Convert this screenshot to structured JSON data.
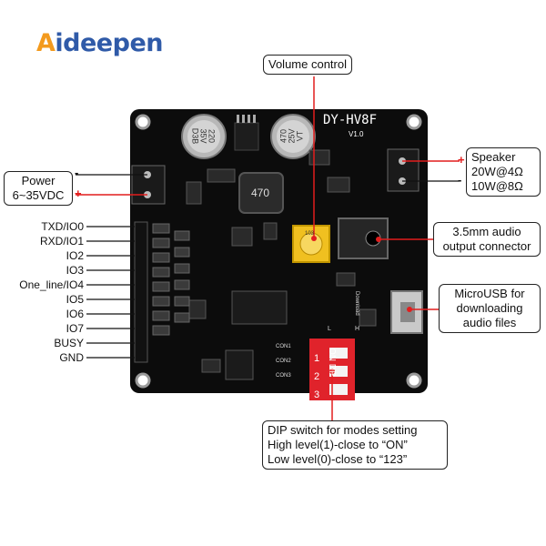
{
  "logo": {
    "first": "A",
    "rest": "ideepen"
  },
  "labels": {
    "volume": "Volume control",
    "power_line1": "Power",
    "power_line2": "6~35VDC",
    "speaker_line1": "Speaker",
    "speaker_line2": "20W@4Ω",
    "speaker_line3": "10W@8Ω",
    "audio_line1": "3.5mm audio",
    "audio_line2": "output connector",
    "usb_line1": "MicroUSB for",
    "usb_line2": "downloading",
    "usb_line3": "audio files",
    "dip_line1": "DIP switch for modes setting",
    "dip_line2": "High level(1)-close to “ON”",
    "dip_line3": "Low level(0)-close to “123”"
  },
  "signs": {
    "minus": "-",
    "plus": "+"
  },
  "pins": [
    "TXD/IO0",
    "RXD/IO1",
    "IO2",
    "IO3",
    "One_line/IO4",
    "IO5",
    "IO6",
    "IO7",
    "BUSY",
    "GND"
  ],
  "board_text": {
    "model": "DY-HV8F",
    "version": "V1.0",
    "cap1_line1": "220",
    "cap1_line2": "35V",
    "cap1_line3": "D3B",
    "cap2_line1": "470",
    "cap2_line2": "25V",
    "cap2_line3": "VT",
    "inductor": "470",
    "pot": "103",
    "download": "Download",
    "con1": "CON1",
    "con2": "CON2",
    "con3": "CON3",
    "dip_on": "ON",
    "dip_dp": "DP",
    "dip_nums": [
      "1",
      "2",
      "3"
    ],
    "l_mark": "L",
    "h_mark": "H"
  },
  "colors": {
    "board": "#0c0c0c",
    "dip": "#e0232b",
    "pot": "#f0c020",
    "leader": "#e21d1d",
    "logo_a": "#f39a1e",
    "logo_rest": "#2f5aa8"
  }
}
